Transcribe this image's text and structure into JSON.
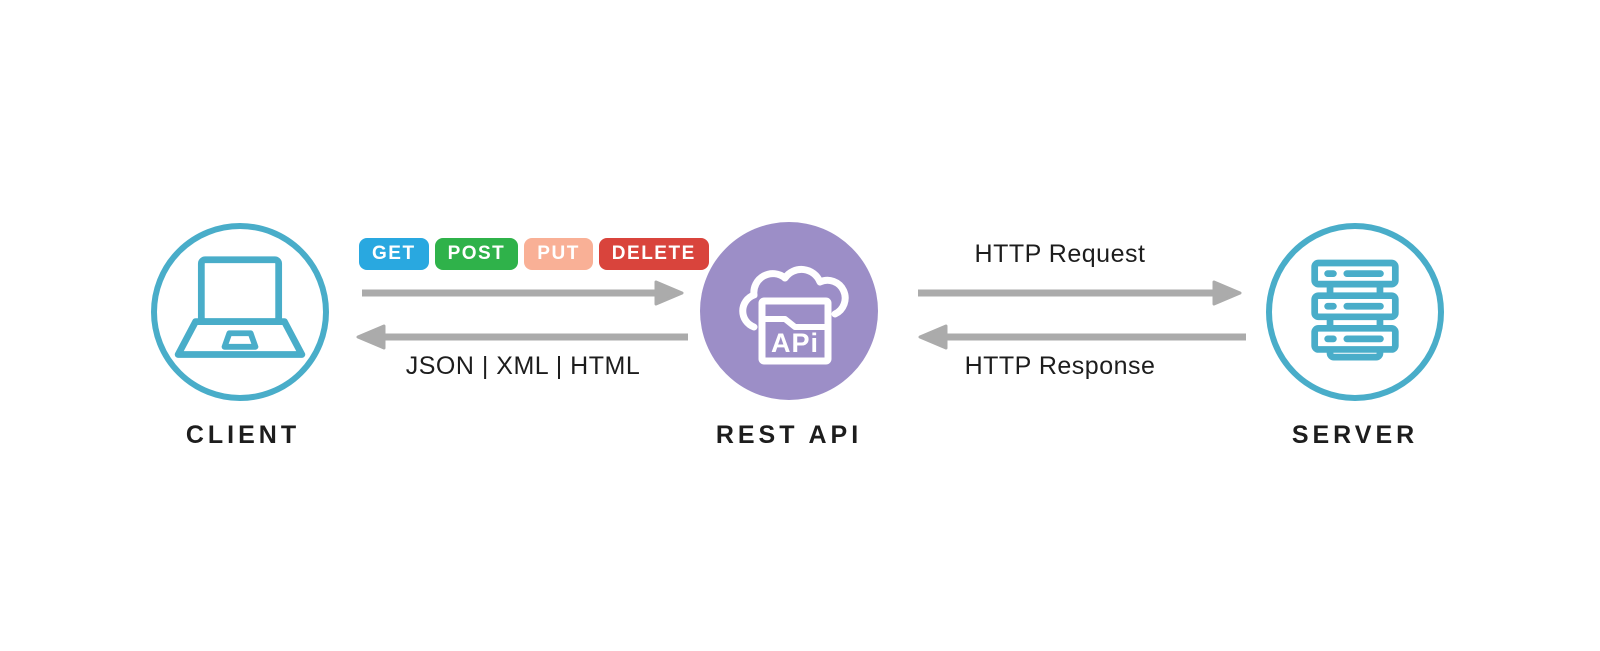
{
  "nodes": {
    "client": {
      "label": "CLIENT",
      "icon": "laptop-icon",
      "circle_color": "#49ADC9"
    },
    "rest_api": {
      "label": "REST API",
      "icon": "api-cloud-icon",
      "circle_color": "#9C8EC7",
      "icon_text": "APi"
    },
    "server": {
      "label": "SERVER",
      "icon": "server-icon",
      "circle_color": "#49ADC9"
    }
  },
  "client_to_api": {
    "methods": [
      {
        "label": "GET",
        "color": "#29A8E0"
      },
      {
        "label": "POST",
        "color": "#2FB24A"
      },
      {
        "label": "PUT",
        "color": "#F9B096"
      },
      {
        "label": "DELETE",
        "color": "#D9443C"
      }
    ],
    "response_label": "JSON | XML | HTML"
  },
  "api_to_server": {
    "request_label": "HTTP Request",
    "response_label": "HTTP Response"
  },
  "colors": {
    "arrow": "#ABABAB",
    "label_text": "#1D1D1D",
    "badge_text": "#FFFFFF",
    "background": "#FFFFFF"
  }
}
